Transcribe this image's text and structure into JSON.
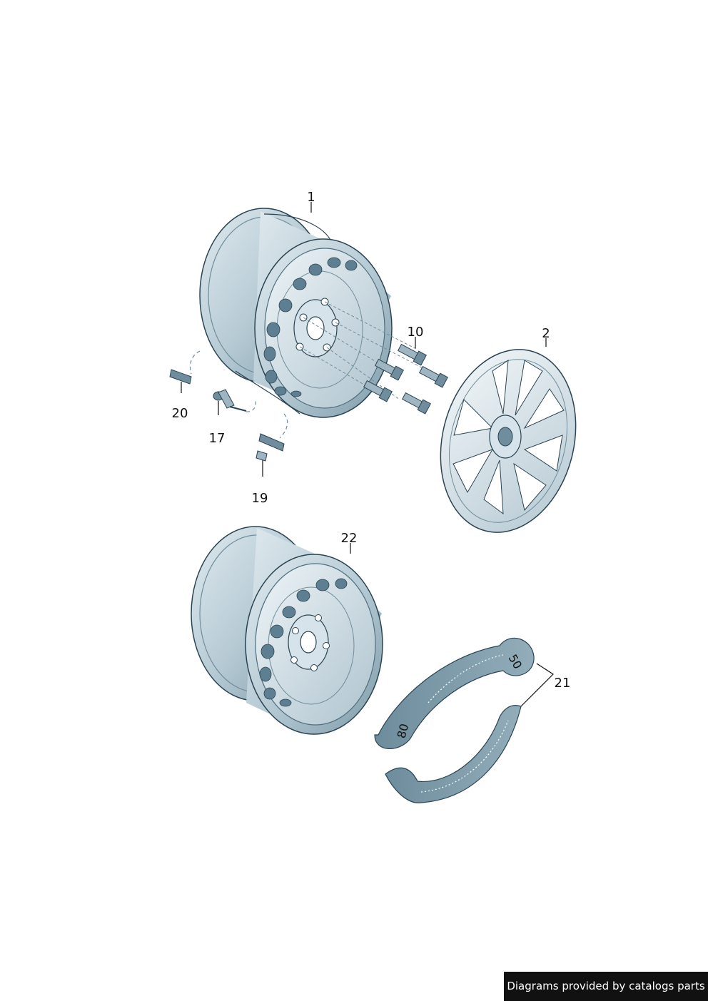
{
  "callouts": [
    {
      "id": "wheel-1",
      "label": "1"
    },
    {
      "id": "wheel-cover",
      "label": "2"
    },
    {
      "id": "wheel-bolts",
      "label": "10"
    },
    {
      "id": "valve",
      "label": "17"
    },
    {
      "id": "weight-clip",
      "label": "19"
    },
    {
      "id": "balance-weight",
      "label": "20"
    },
    {
      "id": "spacer-ring",
      "label": "21"
    },
    {
      "id": "wheel-22",
      "label": "22"
    }
  ],
  "ring_markings": {
    "top": "50",
    "bottom": "80"
  },
  "footer": {
    "text": "Diagrams provided by catalogs parts"
  },
  "colors": {
    "metal": "#b9ccd6",
    "metal_dark": "#4f6f80",
    "outline": "#2b4452",
    "hole": "#5d7f91",
    "ink": "#111111"
  }
}
